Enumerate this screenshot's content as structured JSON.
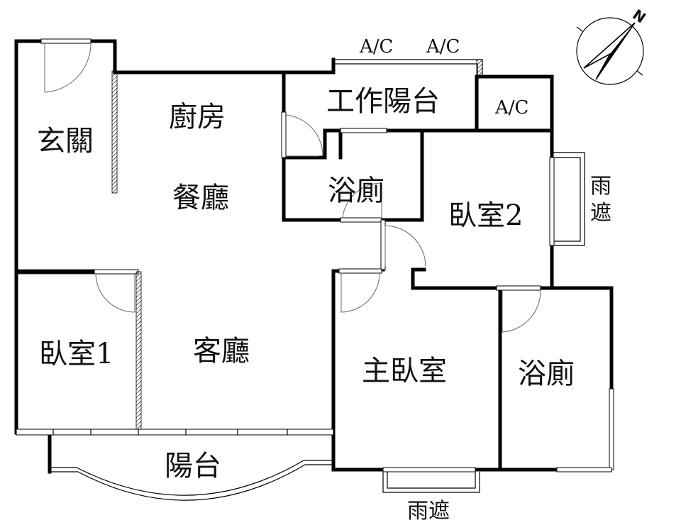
{
  "rooms": {
    "entrance": "玄關",
    "kitchen": "廚房",
    "dining": "餐廳",
    "utility_balcony": "工作陽台",
    "bath_1": "浴廁",
    "bedroom_2": "臥室2",
    "bedroom_1": "臥室1",
    "living": "客廳",
    "master_bedroom": "主臥室",
    "bath_2": "浴廁",
    "balcony": "陽台"
  },
  "fixtures": {
    "ac_1": "A/C",
    "ac_2": "A/C",
    "ac_3": "A/C",
    "awning_side": "雨遮",
    "awning_bottom": "雨遮"
  },
  "compass": {
    "label": "N"
  }
}
